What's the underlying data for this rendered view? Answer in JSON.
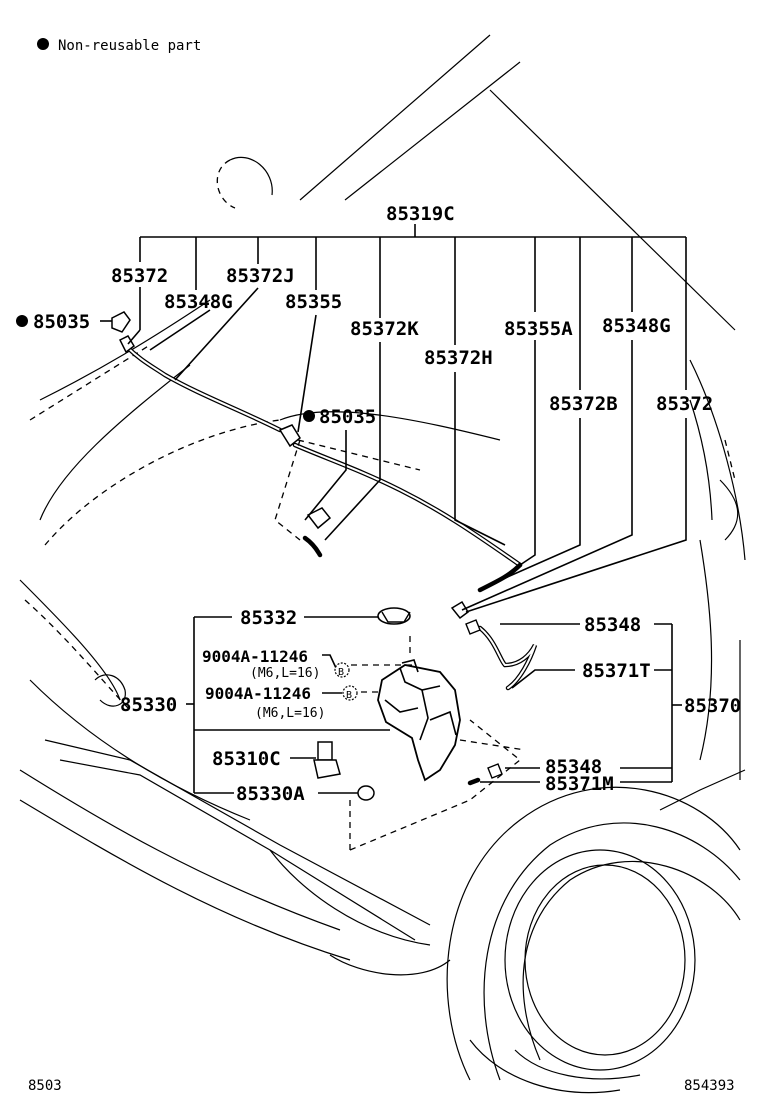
{
  "legend": {
    "text": "Non-reusable part",
    "icon": "filled-circle-icon"
  },
  "footer": {
    "left_code": "8503",
    "right_code": "854393"
  },
  "parts": {
    "p85319C": "85319C",
    "p85372_a": "85372",
    "p85372J": "85372J",
    "p85348G_a": "85348G",
    "p85355": "85355",
    "p85035_a": "85035",
    "p85372K": "85372K",
    "p85372H": "85372H",
    "p85355A": "85355A",
    "p85348G_b": "85348G",
    "p85372B": "85372B",
    "p85372_b": "85372",
    "p85035_b": "85035",
    "p85332": "85332",
    "p9004A_a": "9004A-11246",
    "p9004A_a_note": "(M6,L=16)",
    "p9004A_b": "9004A-11246",
    "p9004A_b_note": "(M6,L=16)",
    "p85330": "85330",
    "p85310C": "85310C",
    "p85330A": "85330A",
    "p85348_a": "85348",
    "p85371T": "85371T",
    "p85370": "85370",
    "p85348_b": "85348",
    "p85371M": "85371M",
    "marker_b": "B"
  }
}
